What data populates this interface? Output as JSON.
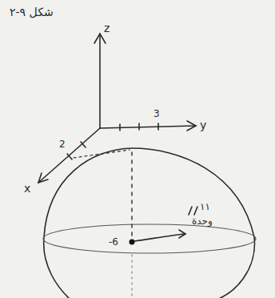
{
  "diagram": {
    "labels": [
      "شكل ٩-٢",
      "z",
      "y",
      "x",
      "2",
      "3",
      "-6",
      "١١",
      "وحدة"
    ]
  }
}
